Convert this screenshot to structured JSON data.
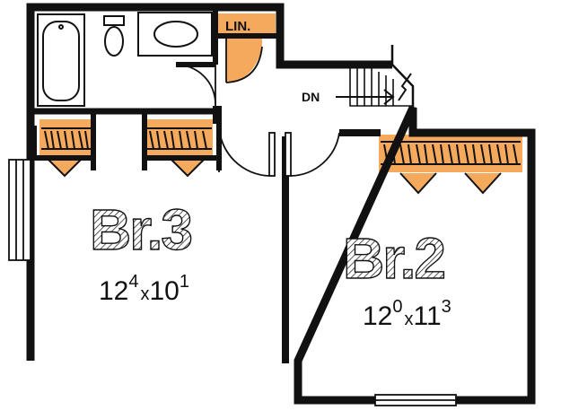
{
  "colors": {
    "accent": "#f5a95c",
    "wall": "#111111",
    "background": "#ffffff"
  },
  "rooms": [
    {
      "name": "Br.3",
      "dim_a": "12",
      "dim_a_sup": "4",
      "dim_x": "x",
      "dim_b": "10",
      "dim_b_sup": "1"
    },
    {
      "name": "Br.2",
      "dim_a": "12",
      "dim_a_sup": "0",
      "dim_x": "x",
      "dim_b": "11",
      "dim_b_sup": "3"
    }
  ],
  "labels": {
    "linen": "LIN.",
    "stair": "DN"
  },
  "icons": [
    "bathtub-icon",
    "toilet-icon",
    "sink-icon",
    "window-icon",
    "door-swing-icon",
    "stair-arrow-icon"
  ]
}
